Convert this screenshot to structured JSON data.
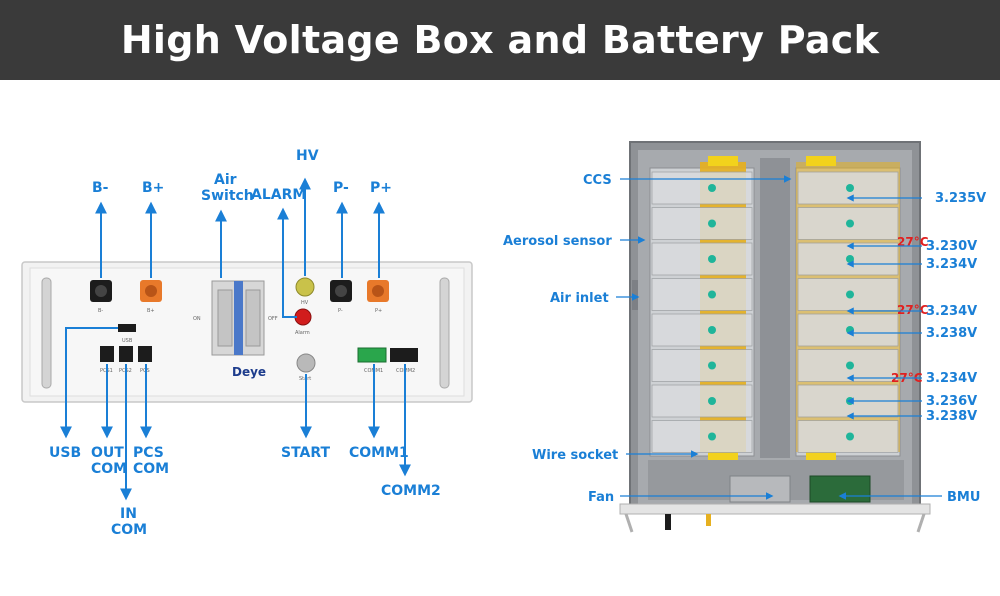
{
  "title": "High Voltage Box and Battery Pack",
  "hv_box": {
    "brand": "Deye",
    "labels": {
      "b_minus": "B-",
      "b_plus": "B+",
      "air_switch_1": "Air",
      "air_switch_2": "Switch",
      "alarm": "ALARM",
      "hv": "HV",
      "p_minus": "P-",
      "p_plus": "P+",
      "usb": "USB",
      "out_com_1": "OUT",
      "out_com_2": "COM",
      "in_com_1": "IN",
      "in_com_2": "COM",
      "pcs_com_1": "PCS",
      "pcs_com_2": "COM",
      "start": "START",
      "comm1": "COMM1",
      "comm2": "COMM2"
    },
    "panel_text": {
      "b_minus": "B-",
      "b_plus": "B+",
      "on": "ON",
      "off": "OFF",
      "hv": "HV",
      "alarm": "Alarm",
      "p_minus": "P-",
      "p_plus": "P+",
      "usb": "USB",
      "out_com": "PCS1",
      "in_com": "PCS2",
      "pcs_com": "PCS",
      "start": "Start",
      "comm1": "COMM1",
      "comm2": "COMM2"
    }
  },
  "battery_pack": {
    "labels": {
      "ccs": "CCS",
      "aerosol_sensor": "Aerosol sensor",
      "air_inlet": "Air inlet",
      "wire_socket": "Wire socket",
      "fan": "Fan",
      "bmu": "BMU"
    },
    "temperatures": [
      "27°C",
      "27°C",
      "27°C"
    ],
    "voltages": [
      "3.235V",
      "3.230V",
      "3.234V",
      "3.234V",
      "3.238V",
      "3.234V",
      "3.236V",
      "3.238V"
    ]
  },
  "colors": {
    "label_blue": "#1a7fd6",
    "temperature_red": "#e02020",
    "banner_bg": "#3a3a3a",
    "ccs_yellow": "#e6b020",
    "terminal_orange": "#e8792a"
  }
}
